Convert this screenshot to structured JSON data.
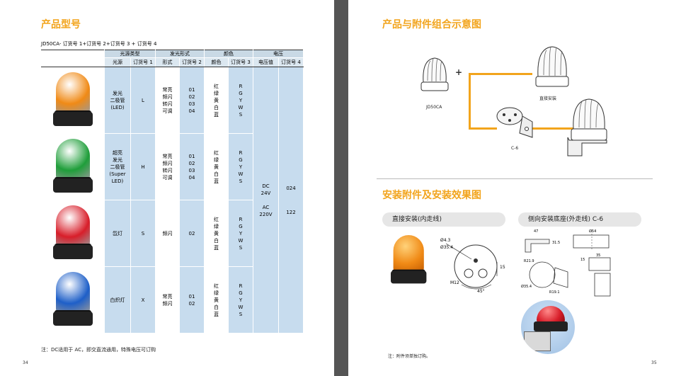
{
  "left_page": {
    "title": "产品型号",
    "model_formula": "JD50CA- 订货号 1+订货号 2+订货号 3 + 订货号 4",
    "table": {
      "group_headers": [
        "光源类型",
        "发光形式",
        "颜色",
        "电压"
      ],
      "sub_headers": [
        "光源",
        "订货号 1",
        "形式",
        "订货号 2",
        "颜色",
        "订货号 3",
        "电压值",
        "订货号 4"
      ],
      "rows": [
        {
          "lamp_color": "#f08a16",
          "source": [
            "发光",
            "二极管",
            "(LED)"
          ],
          "code1": "L",
          "forms": [
            "常亮",
            "频闪",
            "转闪",
            "可调"
          ],
          "codes2": [
            "01",
            "02",
            "03",
            "04"
          ]
        },
        {
          "lamp_color": "#1f9e3a",
          "source": [
            "超亮",
            "发光",
            "二极管",
            "(Super",
            "LED)"
          ],
          "code1": "H",
          "forms": [
            "常亮",
            "频闪",
            "转闪",
            "可调"
          ],
          "codes2": [
            "01",
            "02",
            "03",
            "04"
          ]
        },
        {
          "lamp_color": "#d81e2a",
          "source": [
            "氙灯"
          ],
          "code1": "S",
          "forms": [
            "频闪"
          ],
          "codes2": [
            "02"
          ]
        },
        {
          "lamp_color": "#1e5fc8",
          "source": [
            "白炽灯"
          ],
          "code1": "X",
          "forms": [
            "常亮",
            "频闪"
          ],
          "codes2": [
            "01",
            "02"
          ]
        }
      ],
      "colors": [
        "红",
        "绿",
        "黄",
        "白",
        "蓝"
      ],
      "color_codes": [
        "R",
        "G",
        "Y",
        "W",
        "S"
      ],
      "voltages": [
        {
          "value": [
            "DC",
            "24V"
          ],
          "code": "024"
        },
        {
          "value": [
            "AC",
            "220V"
          ],
          "code": "122"
        }
      ]
    },
    "note": "注：DC适用于 AC，即交直流通用，特殊电压可订购",
    "page_number": "34"
  },
  "right_page": {
    "title_combo": "产品与附件组合示意图",
    "combo_labels": {
      "main": "JD50CA",
      "direct": "直接安装",
      "bracket": "C-6"
    },
    "title_install": "安装附件及安装效果图",
    "panel_direct": "直接安装(内走线)",
    "panel_side": "侧向安装底座(外走线)   C-6",
    "dims_direct": [
      "Ø4.3",
      "Ø35.4",
      "15",
      "M12",
      "45°"
    ],
    "dims_side": [
      "47",
      "31.5",
      "Ø54",
      "15",
      "35",
      "R21.9",
      "Ø35.4",
      "R19.1"
    ],
    "note": "注：附件须单独订购。",
    "page_number": "35"
  },
  "colors": {
    "accent": "#f2a41c",
    "table_blue": "#c7dcee",
    "header_blue": "#c9d9e5"
  }
}
